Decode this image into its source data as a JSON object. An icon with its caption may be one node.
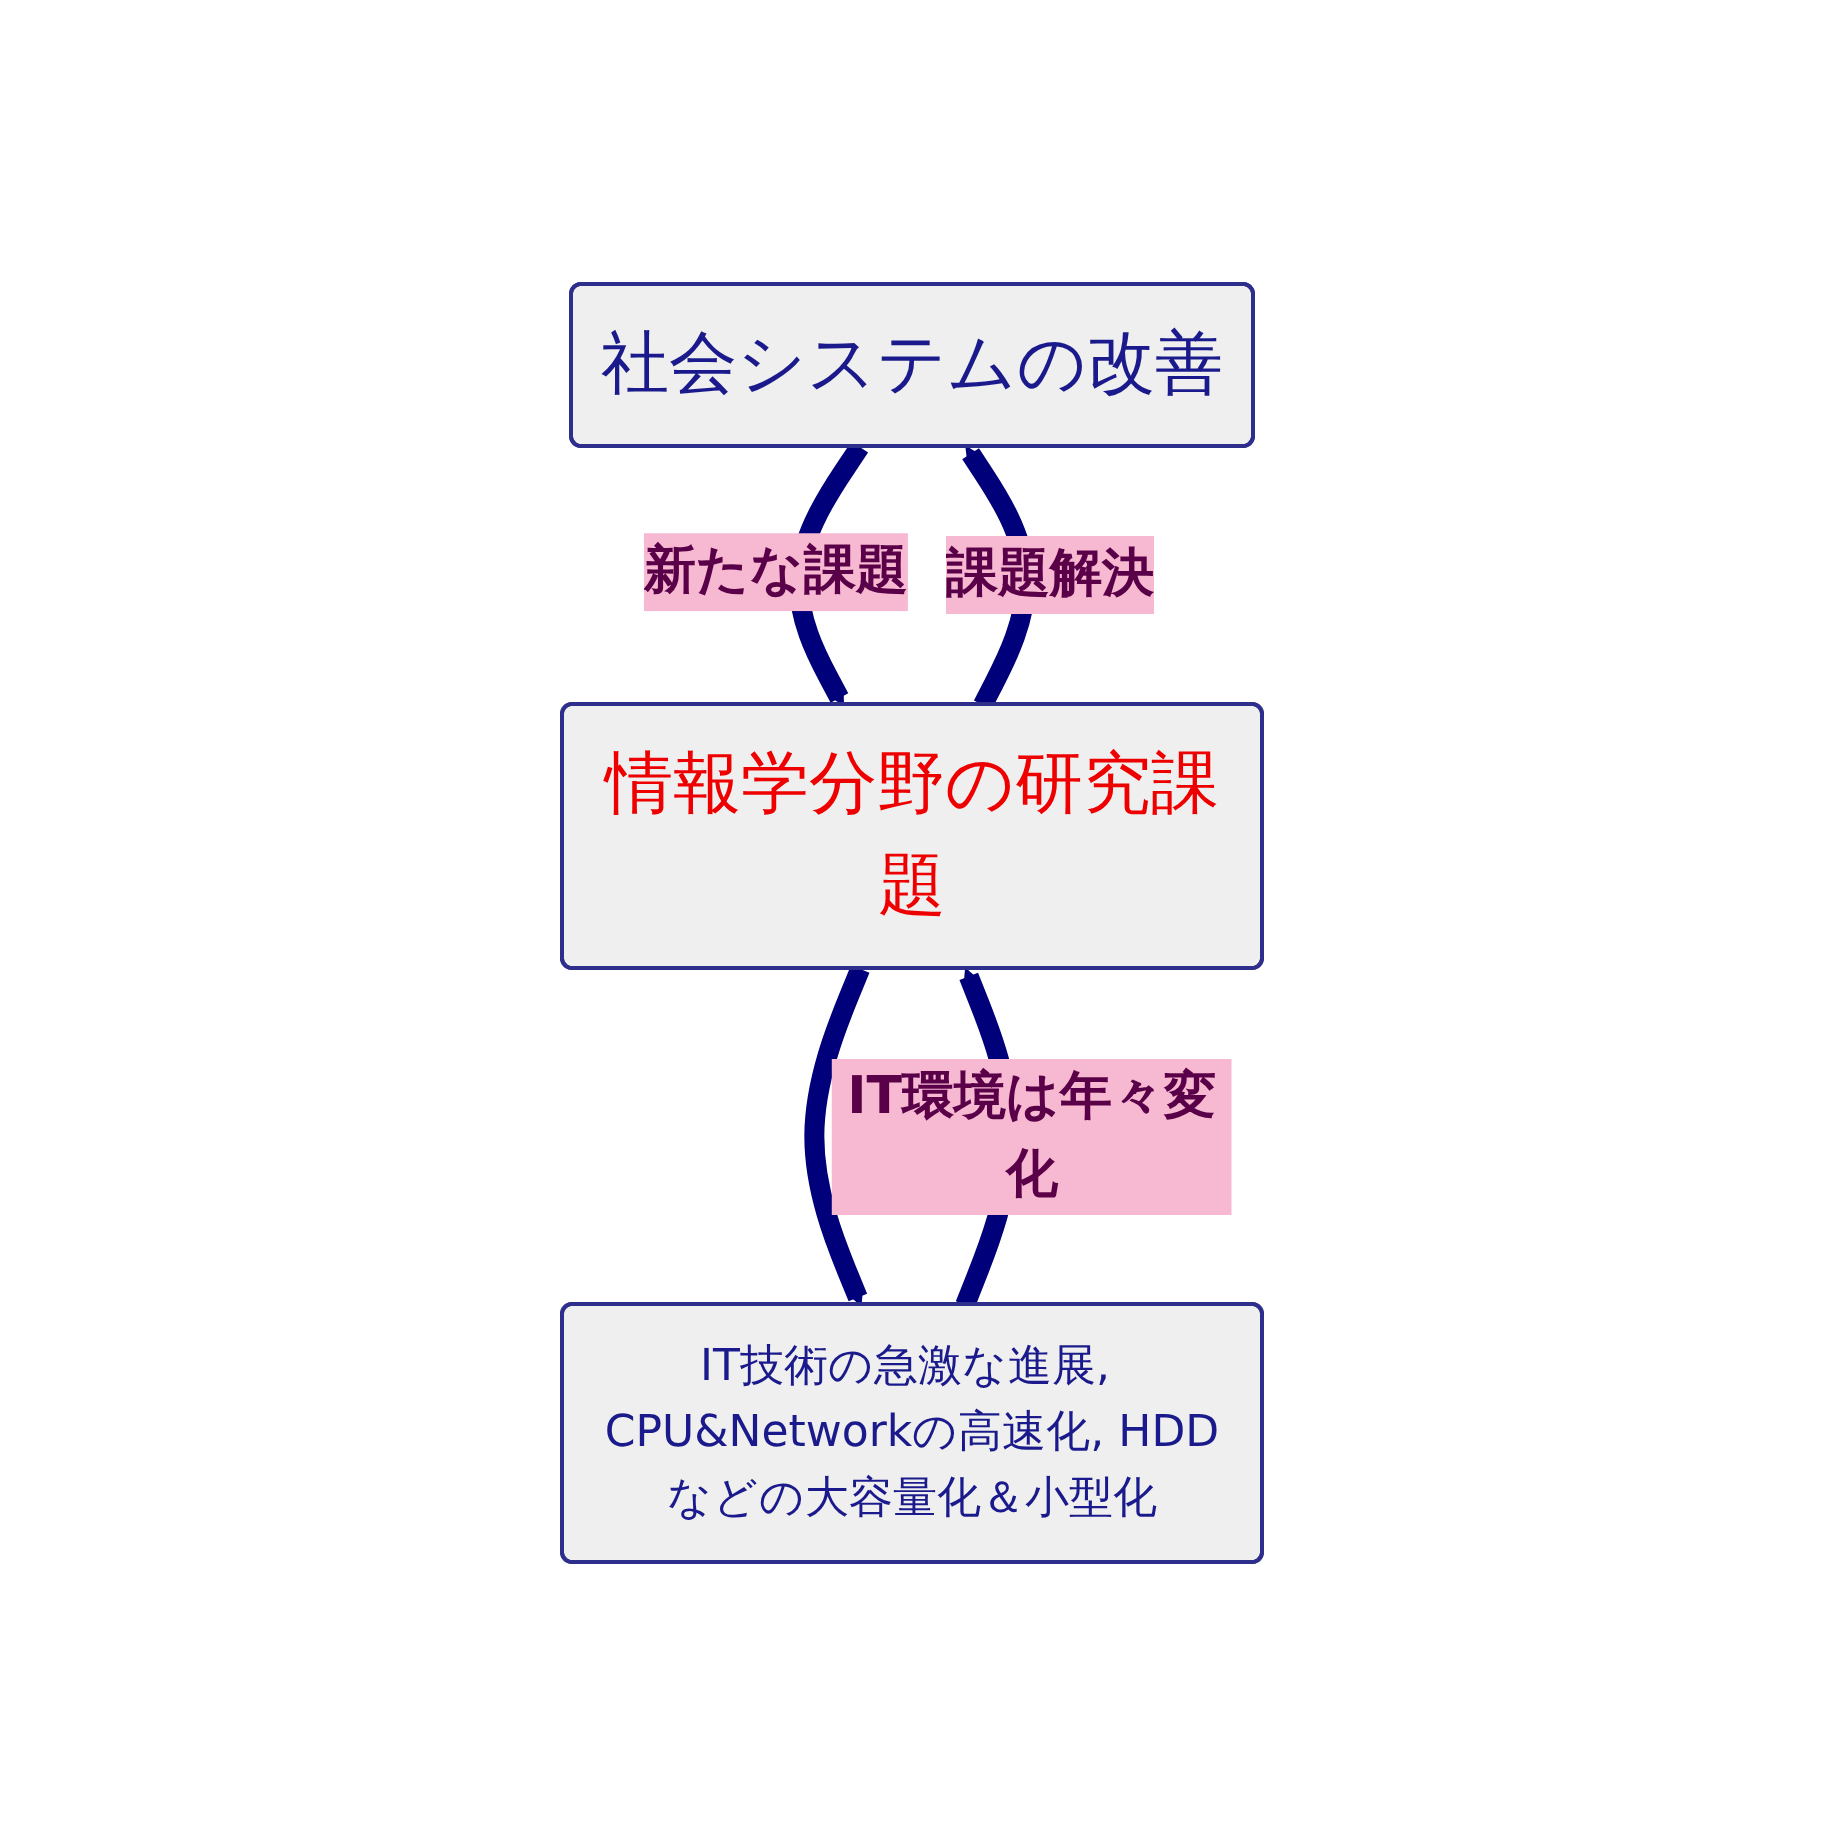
{
  "diagram": {
    "nodes": [
      {
        "text": [
          "社会システムの改善"
        ]
      },
      {
        "text": [
          "情報学分野の研究課題"
        ]
      },
      {
        "text": [
          "IT技術の急激な進展, CPU&Networkの高速化, HDDなどの大容量化＆小型化"
        ]
      }
    ],
    "edges": [
      {
        "from": 0,
        "to": 1,
        "arrow": "to",
        "label": "新たな課題"
      },
      {
        "from": 1,
        "to": 0,
        "arrow": "to",
        "label": "課題解決"
      },
      {
        "from": 1,
        "to": 2,
        "arrow": "to"
      },
      {
        "from": 2,
        "to": 1,
        "arrow": "to",
        "label": "IT環境は年々変化"
      }
    ]
  }
}
